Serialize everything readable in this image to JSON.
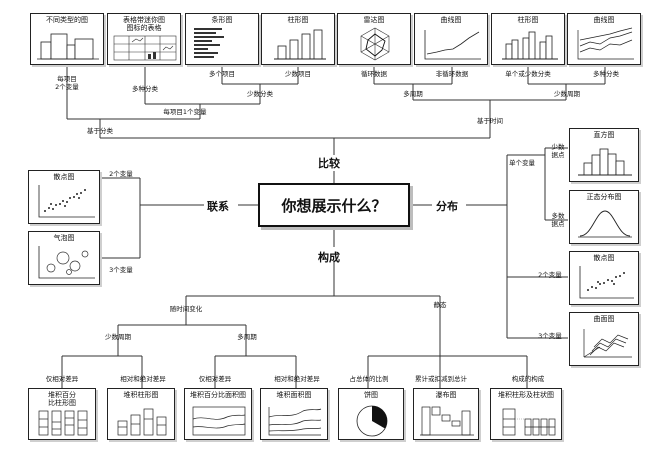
{
  "center_question": "你想展示什么？",
  "categories": {
    "compare": "比较",
    "relation": "联系",
    "distribution": "分布",
    "composition": "构成"
  },
  "compare": {
    "titles": [
      "不同类型的图",
      "表格带迷你图\n图标的表格",
      "条形图",
      "柱形图",
      "雷达图",
      "曲线图",
      "柱形图",
      "曲线图"
    ],
    "labels": {
      "per_item_2var": "每项目\n2个变量",
      "many_categories": "多种分类",
      "many_items": "多个项目",
      "few_items": "少数项目",
      "cyclical": "循环数据",
      "non_cyclical": "非循环数据",
      "single_or_few": "单个或少数分类",
      "many_cat": "多种分类",
      "few_categories": "少数分类",
      "many_periods": "多周期",
      "few_periods": "少数周期",
      "one_var_per_item": "每项目1个变量",
      "between_items": "基于分类",
      "over_time": "基于时间"
    }
  },
  "relation": {
    "titles": [
      "散点图",
      "气泡图"
    ],
    "labels": {
      "two_var": "2个变量",
      "three_var": "3个变量"
    }
  },
  "distribution": {
    "titles": [
      "直方图",
      "正态分布图",
      "散点图",
      "曲面图"
    ],
    "labels": {
      "single_var": "单个变量",
      "few_points": "少数\n据点",
      "many_points": "多数\n据点",
      "two_var": "2个变量",
      "three_var": "3个变量"
    }
  },
  "composition": {
    "titles": [
      "堆积百分\n比柱形图",
      "堆积柱形图",
      "堆积百分比面积图",
      "堆积面积图",
      "饼图",
      "瀑布图",
      "堆积柱形及柱状图"
    ],
    "labels": {
      "relative_diff_1": "仅相对差异",
      "relative_abs_1": "相对和绝对差异",
      "relative_diff_2": "仅相对差异",
      "relative_abs_2": "相对和绝对差异",
      "share_total": "占总体的比例",
      "accumulate": "累计或扣减到总计",
      "component": "构成的构成",
      "few_periods": "少数周期",
      "many_periods": "多周期",
      "over_time": "随时间变化",
      "static": "静态"
    }
  }
}
